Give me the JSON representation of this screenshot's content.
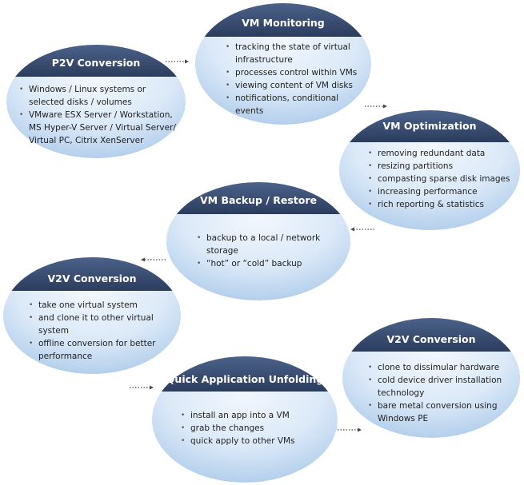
{
  "nodes": {
    "p2v": {
      "title": "P2V Conversion",
      "items": [
        "Windows / Linux systems or selected disks / volumes",
        "VMware ESX Server / Workstation, MS Hyper-V Server / Virtual Server/ Virtual PC, Citrix XenServer"
      ]
    },
    "monitoring": {
      "title": "VM Monitoring",
      "items": [
        "tracking the state of virtual infrastructure",
        "processes control within VMs",
        "viewing content of VM disks",
        "notifications, conditional events"
      ]
    },
    "optimization": {
      "title": "VM Optimization",
      "items": [
        "removing redundant data",
        "resizing partitions",
        "compasting sparse disk images",
        "increasing performance",
        "rich reporting & statistics"
      ]
    },
    "backup": {
      "title": "VM Backup / Restore",
      "items": [
        "backup to a local / network storage",
        "“hot” or “cold” backup"
      ]
    },
    "v2v_left": {
      "title": "V2V Conversion",
      "items": [
        "take one virtual system",
        "and clone it to other virtual system",
        "offline conversion for better performance"
      ]
    },
    "v2v_right": {
      "title": "V2V Conversion",
      "items": [
        "clone to dissimular hardware",
        "cold device driver installation technology",
        "bare metal conversion using Windows PE"
      ]
    },
    "unfolding": {
      "title": "Quick Application Unfolding",
      "items": [
        "install an app into a VM",
        "grab the changes",
        "quick apply to other VMs"
      ]
    }
  },
  "colors": {
    "header": "#34496e",
    "body_light": "#e9f2fb",
    "body_dark": "#b7d2ee",
    "arrow": "#4a4a4a"
  }
}
